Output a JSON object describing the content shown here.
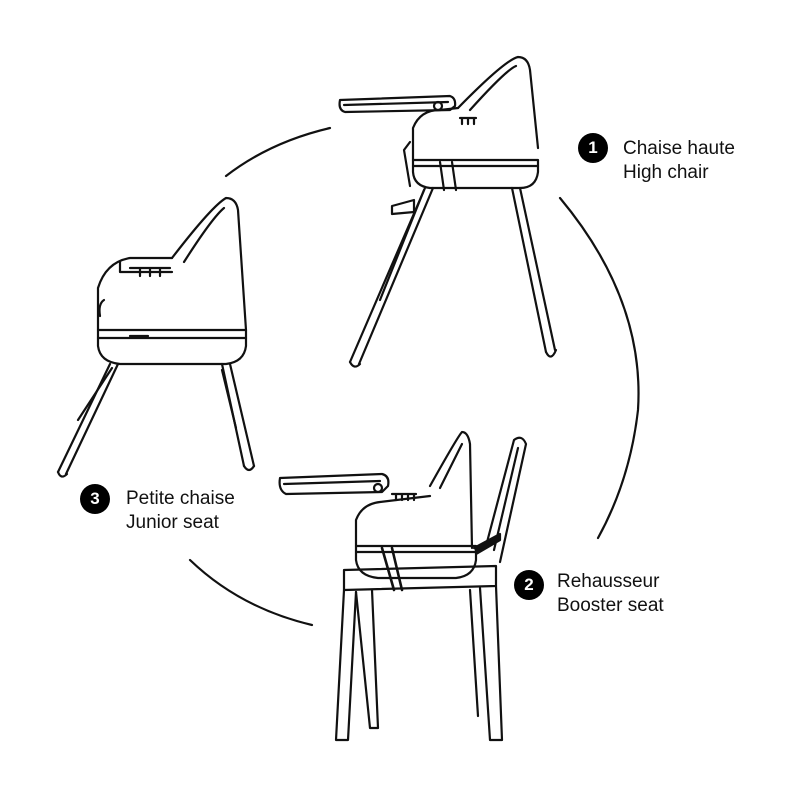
{
  "stages": [
    {
      "number": "1",
      "line1": "Chaise haute",
      "line2": "High chair"
    },
    {
      "number": "2",
      "line1": "Rehausseur",
      "line2": "Booster seat"
    },
    {
      "number": "3",
      "line1": "Petite chaise",
      "line2": "Junior seat"
    }
  ],
  "colors": {
    "line": "#111111",
    "badge": "#000000",
    "background": "#ffffff"
  }
}
